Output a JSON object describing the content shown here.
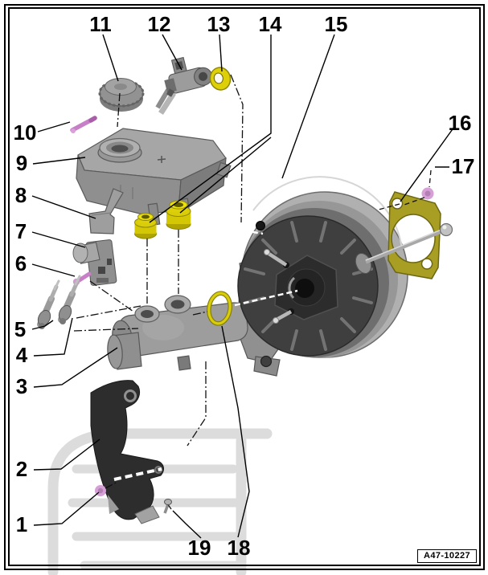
{
  "figure": {
    "code": "A47-10227",
    "kind": "exploded-parts-diagram",
    "subject": "brake master cylinder, fluid reservoir and brake booster assembly"
  },
  "callouts": [
    {
      "number": "1"
    },
    {
      "number": "2"
    },
    {
      "number": "3"
    },
    {
      "number": "4"
    },
    {
      "number": "5"
    },
    {
      "number": "6"
    },
    {
      "number": "7"
    },
    {
      "number": "8"
    },
    {
      "number": "9"
    },
    {
      "number": "10"
    },
    {
      "number": "11"
    },
    {
      "number": "12"
    },
    {
      "number": "13"
    },
    {
      "number": "14"
    },
    {
      "number": "15"
    },
    {
      "number": "16"
    },
    {
      "number": "17"
    },
    {
      "number": "18"
    },
    {
      "number": "19"
    }
  ],
  "colors": {
    "highlight_yellow": "#d9cd0a",
    "gasket_olive": "#a89e24",
    "highlight_pink": "#d39bd3",
    "diagram_line": "#000000",
    "watermark_gray": "#dcdcdc"
  }
}
